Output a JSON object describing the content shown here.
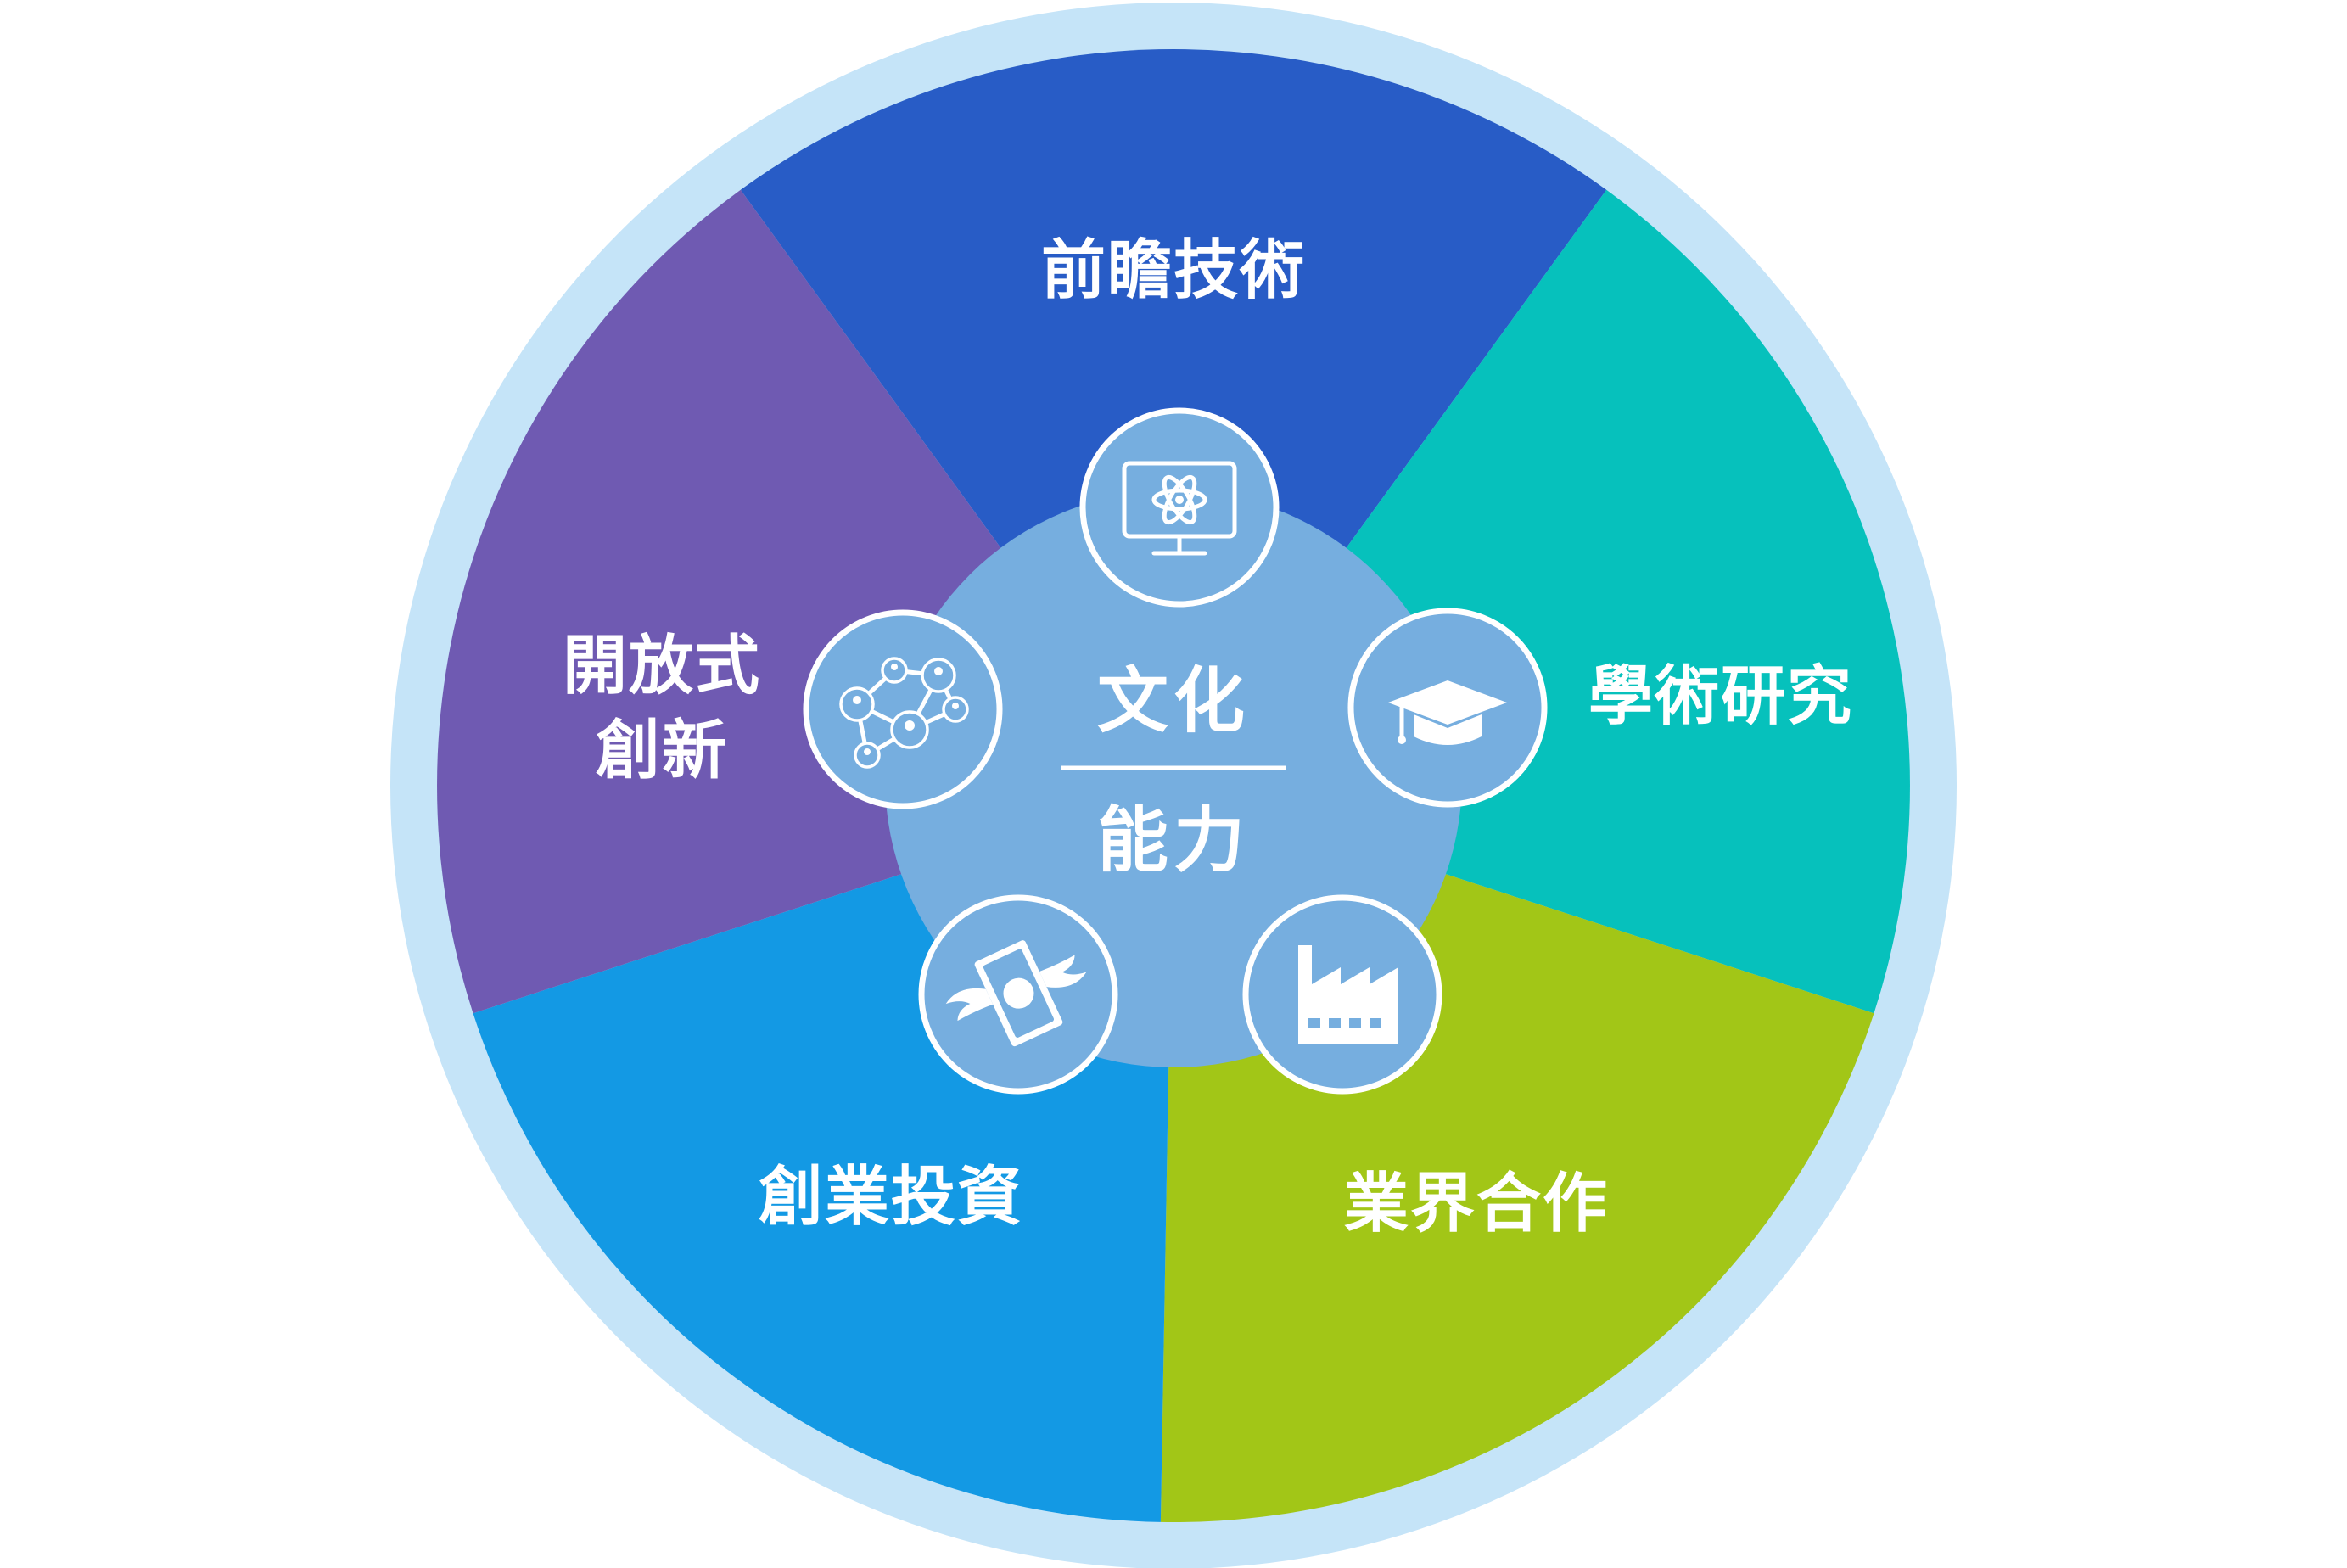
{
  "diagram": {
    "center": {
      "line1": "文化",
      "line2": "能力"
    },
    "segments": [
      {
        "label": "前瞻技術",
        "color": "#285CC6",
        "icon": "monitor-atom-icon"
      },
      {
        "label": "學術研究",
        "color": "#06C1BC",
        "icon": "graduation-cap-icon"
      },
      {
        "label": "業界合作",
        "color": "#A2C617",
        "icon": "factory-icon"
      },
      {
        "label": "創業投資",
        "color": "#1399E4",
        "icon": "flying-money-icon"
      },
      {
        "label": "開放式",
        "label2": "創新",
        "color": "#6F5AB2",
        "icon": "network-people-icon"
      }
    ],
    "colors": {
      "outer_ring": "#C5E4F8",
      "core": "#76AEDF",
      "icon_badge": "#76AEDF"
    }
  }
}
